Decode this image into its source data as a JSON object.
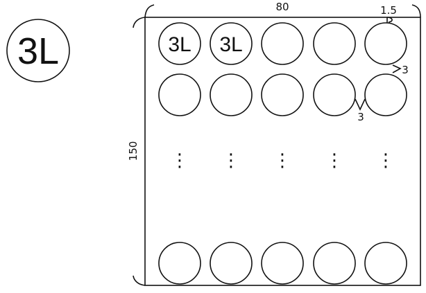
{
  "label_mark": "3L",
  "dimensions": {
    "width": "80",
    "height": "150",
    "edge_margin": "1.5",
    "row_gap": "3",
    "column_gap": "3"
  },
  "grid": {
    "columns": 5,
    "labels_first_row": [
      "3L",
      "3L",
      "",
      "",
      ""
    ],
    "ellipsis": "⋮"
  }
}
